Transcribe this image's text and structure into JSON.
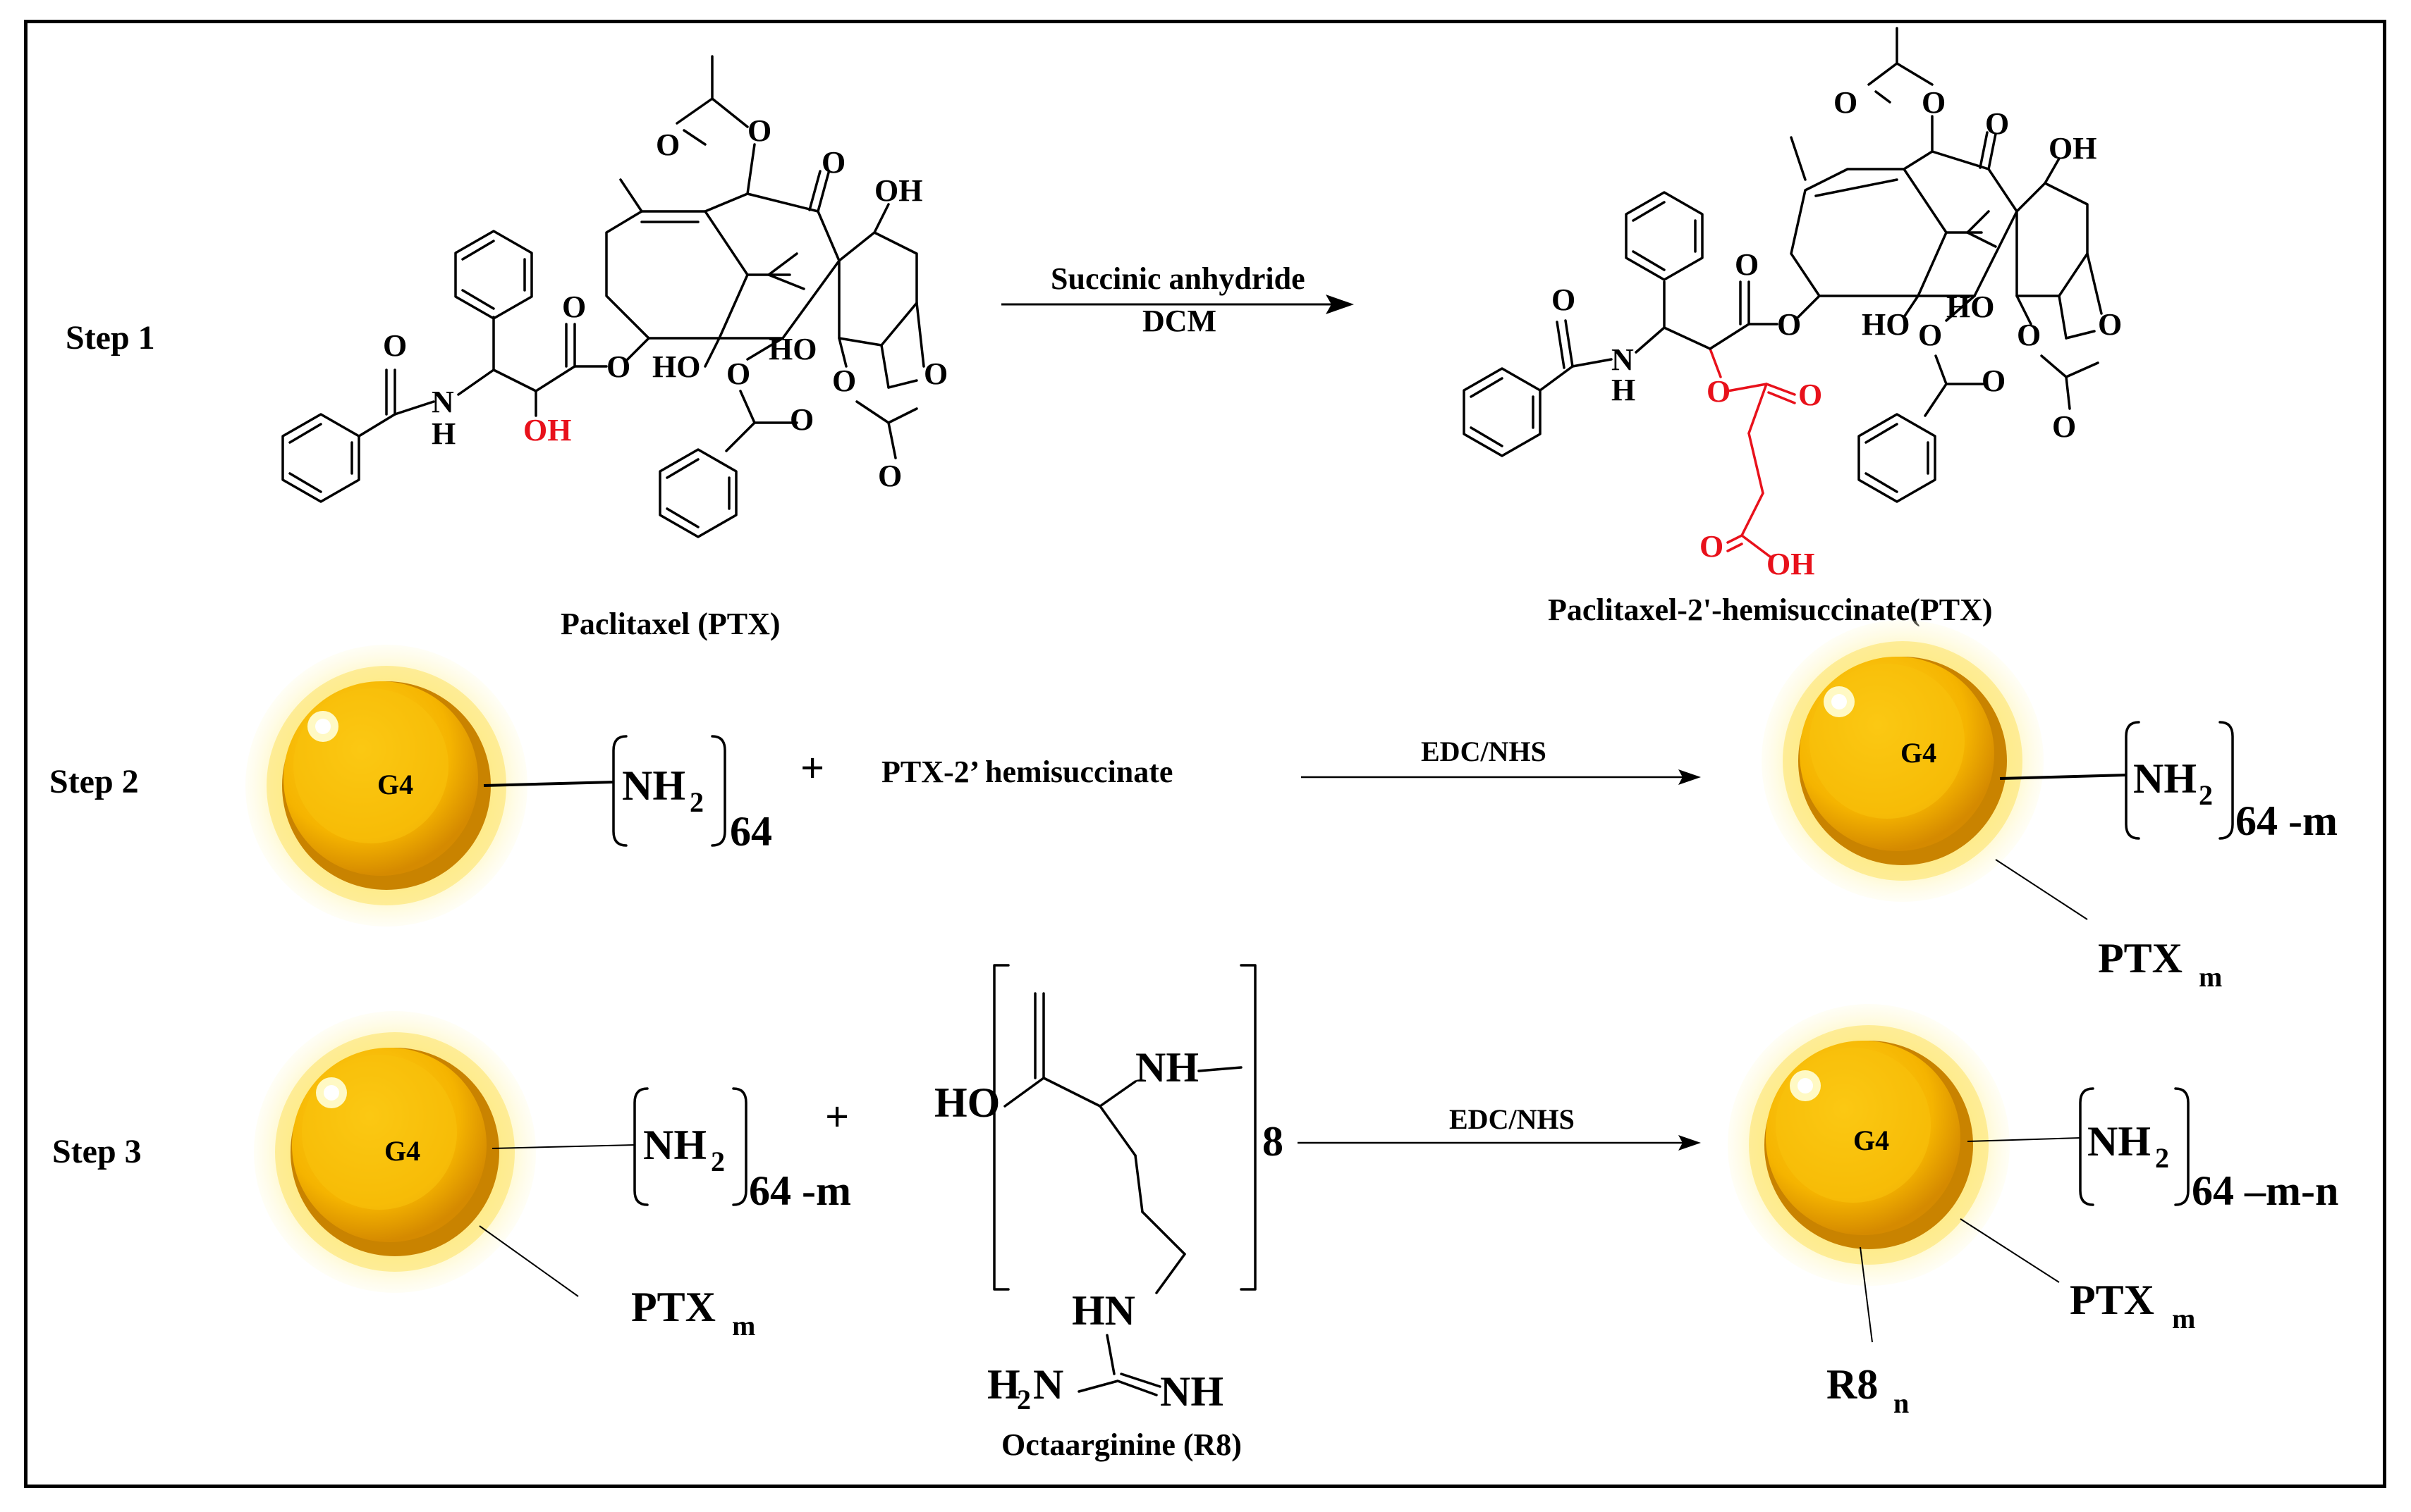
{
  "steps": {
    "step1": "Step 1",
    "step2": "Step 2",
    "step3": "Step 3"
  },
  "step1": {
    "reagent_top": "Succinic anhydride",
    "reagent_bottom": "DCM",
    "reactant_name": "Paclitaxel (PTX)",
    "product_name": "Paclitaxel-2'-hemisuccinate(PTX)"
  },
  "step2": {
    "core_label": "G4",
    "amine": "NH",
    "amine_sub": "2",
    "count": "64",
    "plus": "+",
    "reactant": "PTX-2’ hemisuccinate",
    "reagent": "EDC/NHS",
    "product_core": "G4",
    "product_amine": "NH",
    "product_amine_sub": "2",
    "product_count": "64 -m",
    "product_ptx": "PTX",
    "product_ptx_sub": "m"
  },
  "step3": {
    "core_label": "G4",
    "amine": "NH",
    "amine_sub": "2",
    "count": "64 -m",
    "ptx": "PTX",
    "ptx_sub": "m",
    "plus": "+",
    "ho": "HO",
    "nh": "NH",
    "repeat": "8",
    "hn": "HN",
    "h2n": "H",
    "h2n_sub": "2",
    "h2n_n": "N",
    "nh_imine": "NH",
    "r8_name": "Octaarginine (R8)",
    "reagent": "EDC/NHS",
    "product_core": "G4",
    "product_amine": "NH",
    "product_amine_sub": "2",
    "product_count": "64 –m-n",
    "product_ptx": "PTX",
    "product_ptx_sub": "m",
    "product_r8": "R8",
    "product_r8_sub": "n"
  },
  "atoms": {
    "O": "O",
    "OH": "OH",
    "HO": "HO",
    "N": "N",
    "H": "H"
  },
  "colors": {
    "highlight": "#e8111b",
    "sphere_core": "#f6b800",
    "sphere_glow": "#fff6a8"
  }
}
